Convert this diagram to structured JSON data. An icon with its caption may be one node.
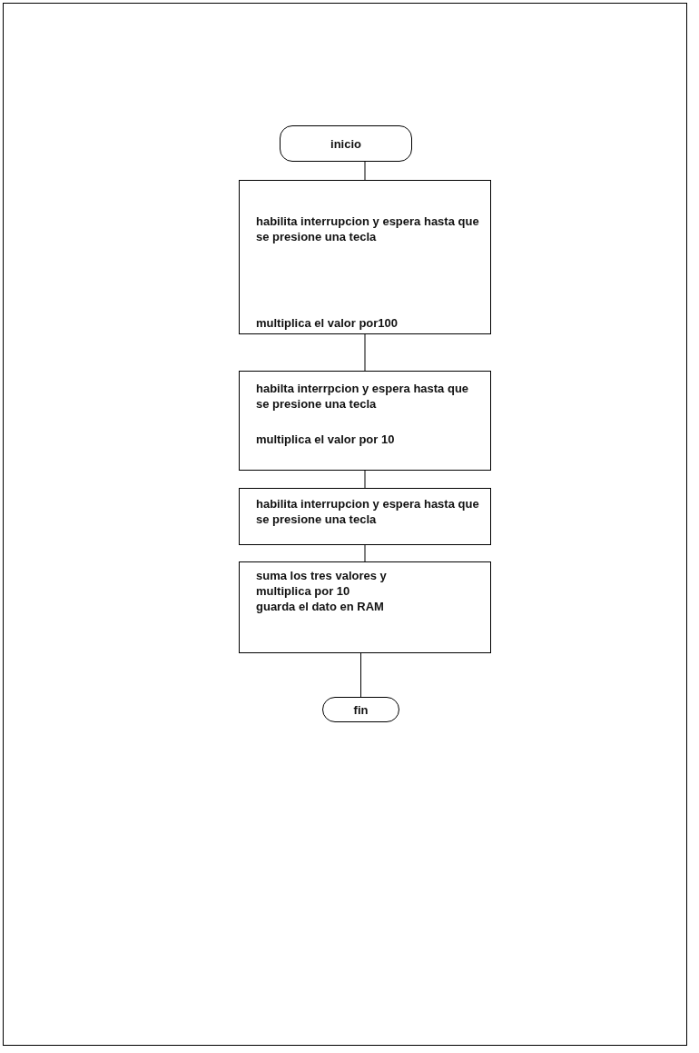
{
  "diagram": {
    "nodes": [
      {
        "text": [
          "inicio"
        ]
      },
      {
        "text": [
          "habilita interrupcion y espera hasta que se presione una tecla",
          "multiplica el valor por100"
        ]
      },
      {
        "text": [
          "habilta interrpcion y espera hasta que se presione una tecla",
          "multiplica el valor por 10"
        ]
      },
      {
        "text": [
          "habilita interrupcion y espera hasta que se presione una tecla"
        ]
      },
      {
        "text": [
          "suma los tres valores y multiplica por 10",
          "guarda el dato en RAM"
        ]
      },
      {
        "text": [
          "fin"
        ]
      }
    ],
    "edges": [
      {
        "from": 0,
        "to": 1,
        "arrow": "none"
      },
      {
        "from": 1,
        "to": 2,
        "arrow": "none"
      },
      {
        "from": 2,
        "to": 3,
        "arrow": "none"
      },
      {
        "from": 3,
        "to": 4,
        "arrow": "none"
      },
      {
        "from": 4,
        "to": 5,
        "arrow": "none"
      }
    ]
  }
}
